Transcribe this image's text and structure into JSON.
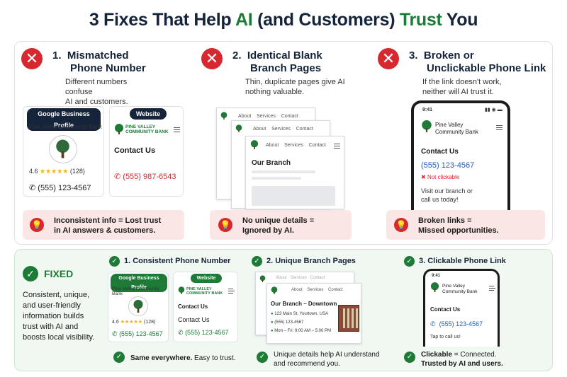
{
  "title": {
    "pre": "3 Fixes That Help ",
    "ai": "AI",
    "mid": " (and Customers) ",
    "trust": "Trust",
    "post": " You"
  },
  "problems": [
    {
      "num": "1.",
      "heading_l1": "Mismatched",
      "heading_l2": "Phone Number",
      "desc_l1": "Different numbers confuse",
      "desc_l2": "AI and customers.",
      "warn_l1": "Inconsistent info = Lost trust",
      "warn_l2": "in AI answers & customers."
    },
    {
      "num": "2.",
      "heading_l1": "Identical Blank",
      "heading_l2": "Branch Pages",
      "desc_l1": "Thin, duplicate pages give AI",
      "desc_l2": "nothing valuable.",
      "warn_l1": "No unique details =",
      "warn_l2": "Ignored by AI."
    },
    {
      "num": "3.",
      "heading_l1": "Broken or",
      "heading_l2": "Unclickable Phone Link",
      "desc_l1": "If the link doesn't work,",
      "desc_l2": "neither will AI trust it.",
      "warn_l1": "Broken links =",
      "warn_l2": "Missed opportunities."
    }
  ],
  "gbp": {
    "label": "Google Business Profile",
    "bank": "Pine Valley Community Bank",
    "rating": "4.6",
    "stars": "★★★★★",
    "count": "(128)",
    "phone": "(555) 123-4567"
  },
  "website": {
    "label": "Website",
    "brand_l1": "PINE VALLEY",
    "brand_l2": "COMMUNITY BANK",
    "contact": "Contact Us",
    "phone_bad": "(555) 987-6543",
    "phone_good": "(555) 123-4567"
  },
  "branch_nav": {
    "about": "About",
    "services": "Services",
    "contact": "Contact",
    "our_branch": "Our Branch"
  },
  "phone_bad": {
    "time": "9:41",
    "bank_l1": "Pine Valley",
    "bank_l2": "Community Bank",
    "contact": "Contact Us",
    "number": "(555) 123-4567",
    "not_clickable": "Not clickable",
    "visit_l1": "Visit our branch or",
    "visit_l2": "call us today!"
  },
  "fixed": {
    "label": "FIXED",
    "desc": [
      "Consistent, unique,",
      "and user-friendly",
      "information builds",
      "trust with AI and",
      "boosts local visibility."
    ]
  },
  "fixes": [
    {
      "heading": "1. Consistent Phone Number",
      "foot_b": "Same everywhere.",
      "foot": " Easy to trust."
    },
    {
      "heading": "2. Unique Branch Pages",
      "foot_l1": "Unique details help AI understand",
      "foot_l2": "and recommend you."
    },
    {
      "heading": "3. Clickable Phone Link",
      "foot_b": "Clickable",
      "foot": " = Connected.",
      "foot_l2": "Trusted by AI and users."
    }
  ],
  "branch_good": {
    "title": "Our Branch – Downtown",
    "address": "123 Main St, Yourtown, USA",
    "phone": "(555) 123-4567",
    "hours": "Mon – Fri: 9:00 AM – 5:00 PM"
  },
  "phone_good": {
    "time": "9:41",
    "bank_l1": "Pine Valley",
    "bank_l2": "Community Bank",
    "contact": "Contact Us",
    "number": "(555) 123-4567",
    "tap": "Tap to call us!"
  },
  "colors": {
    "red": "#d7282f",
    "green": "#1d7a37",
    "navy": "#15243a",
    "link": "#1e5fb4"
  }
}
